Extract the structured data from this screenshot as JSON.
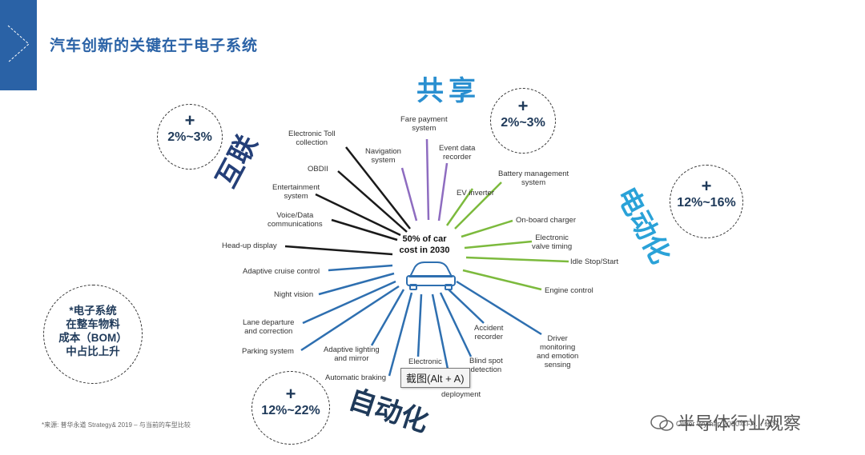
{
  "title": "汽车创新的关键在于电子系统",
  "center": {
    "line1": "50% of car",
    "line2": "cost in 2030"
  },
  "categories": {
    "connected": "互联",
    "sharing": "共享",
    "electrification": "电动化",
    "autonomous": "自动化"
  },
  "bubbles": {
    "connected": {
      "plus": "+",
      "pct": "2%~3%"
    },
    "sharing": {
      "plus": "+",
      "pct": "2%~3%"
    },
    "electrification": {
      "plus": "+",
      "pct": "12%~16%"
    },
    "autonomous": {
      "plus": "+",
      "pct": "12%~22%"
    }
  },
  "note": [
    "*电子系统",
    "在整车物料",
    "成本（BOM）",
    "中占比上升"
  ],
  "source": "*来源: 普华永道 Strategy& 2019 – 与当前的车型比较",
  "tooltip": "截图(Alt + A)",
  "watermark": "半导体行业观察",
  "watermark_small": "Oliver Wyman 2030年FA… 研究",
  "colors": {
    "connected": "#1a1a1a",
    "sharing": "#8e6cc0",
    "electrification": "#7cba3d",
    "autonomous": "#2e6fb0",
    "accent": "#2a62a6"
  },
  "labels": {
    "toll": [
      "Electronic  Toll",
      "collection"
    ],
    "obdii": "OBDII",
    "entertain": [
      "Entertainment",
      "system"
    ],
    "voice": [
      "Voice/Data",
      "communications"
    ],
    "hud": "Head-up display",
    "nav": [
      "Navigation",
      "system"
    ],
    "fare": [
      "Fare payment",
      "system"
    ],
    "event": [
      "Event data",
      "recorder"
    ],
    "bms": [
      "Battery management",
      "system"
    ],
    "evinv": "EV inverter",
    "charger": "On-board  charger",
    "valve": [
      "Electronic",
      "valve timing"
    ],
    "idle": "Idle Stop/Start",
    "engine": "Engine control",
    "acc": "Adaptive cruise control",
    "night": "Night vision",
    "lane": [
      "Lane departure",
      "and correction"
    ],
    "parking": "Parking system",
    "lighting": [
      "Adaptive lighting",
      "and mirror"
    ],
    "braking": "Automatic braking",
    "estab": "Electronic",
    "airbag": "deployment",
    "blind": [
      "Blind spot",
      "detection"
    ],
    "accident": [
      "Accident",
      "recorder"
    ],
    "driver": [
      "Driver",
      "monitoring",
      "and emotion",
      "sensing"
    ]
  }
}
